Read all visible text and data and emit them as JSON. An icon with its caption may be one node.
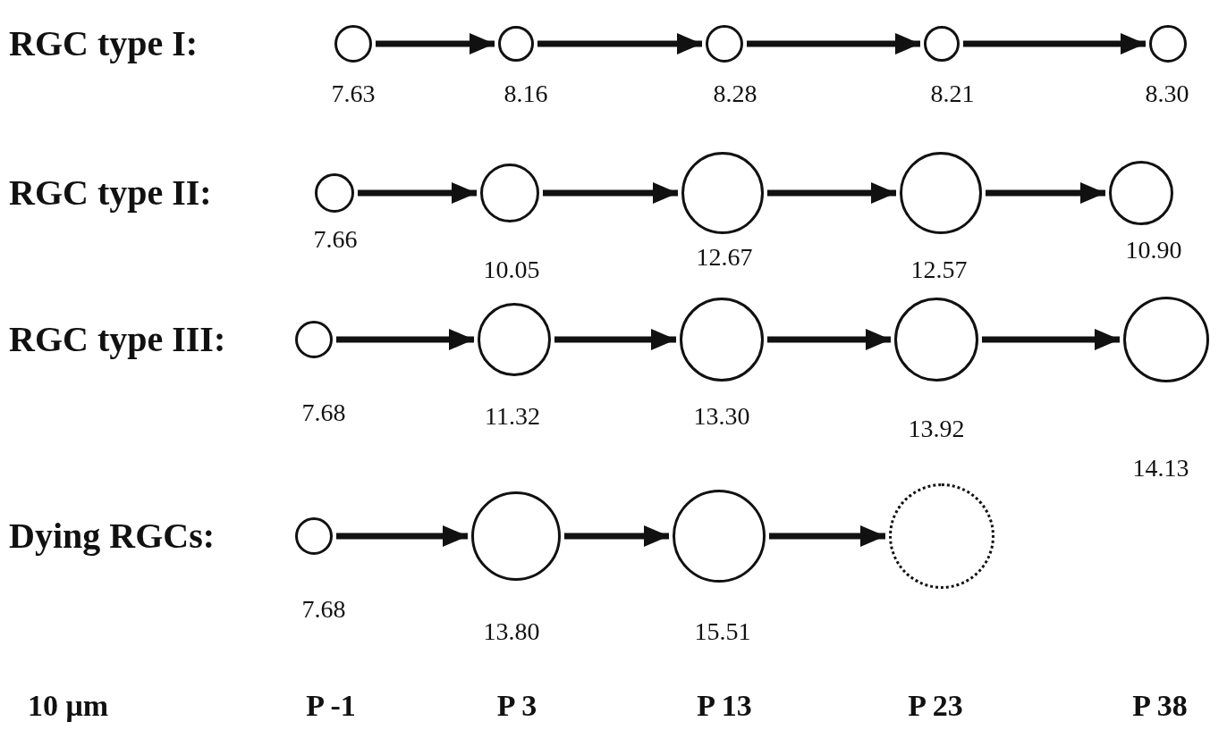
{
  "diagram": {
    "nodes": [
      {
        "text": [],
        "shape": "circle",
        "beside": [
          "7.63"
        ]
      },
      {
        "text": [],
        "shape": "circle",
        "beside": [
          "8.16"
        ]
      },
      {
        "text": [],
        "shape": "circle",
        "beside": [
          "8.28"
        ]
      },
      {
        "text": [],
        "shape": "circle",
        "beside": [
          "8.21"
        ]
      },
      {
        "text": [],
        "shape": "circle",
        "beside": [
          "8.30"
        ]
      },
      {
        "text": [],
        "shape": "circle",
        "beside": [
          "7.66"
        ]
      },
      {
        "text": [],
        "shape": "circle",
        "beside": [
          "10.05"
        ]
      },
      {
        "text": [],
        "shape": "circle",
        "beside": [
          "12.67"
        ]
      },
      {
        "text": [],
        "shape": "circle",
        "beside": [
          "12.57"
        ]
      },
      {
        "text": [],
        "shape": "circle",
        "beside": [
          "10.90"
        ]
      },
      {
        "text": [],
        "shape": "circle",
        "beside": [
          "7.68"
        ]
      },
      {
        "text": [],
        "shape": "circle",
        "beside": [
          "11.32"
        ]
      },
      {
        "text": [],
        "shape": "circle",
        "beside": [
          "13.30"
        ]
      },
      {
        "text": [],
        "shape": "circle",
        "beside": [
          "13.92"
        ]
      },
      {
        "text": [],
        "shape": "circle",
        "beside": [
          "14.13"
        ]
      },
      {
        "text": [],
        "shape": "circle",
        "beside": [
          "7.68"
        ]
      },
      {
        "text": [],
        "shape": "circle",
        "beside": [
          "13.80"
        ]
      },
      {
        "text": [],
        "shape": "circle",
        "beside": [
          "15.51"
        ]
      },
      {
        "text": [],
        "shape": "circle"
      }
    ],
    "edges": [
      {
        "from": 0,
        "to": 1,
        "arrow": "to"
      },
      {
        "from": 1,
        "to": 2,
        "arrow": "to"
      },
      {
        "from": 2,
        "to": 3,
        "arrow": "to"
      },
      {
        "from": 3,
        "to": 4,
        "arrow": "to"
      },
      {
        "from": 5,
        "to": 6,
        "arrow": "to"
      },
      {
        "from": 6,
        "to": 7,
        "arrow": "to"
      },
      {
        "from": 7,
        "to": 8,
        "arrow": "to"
      },
      {
        "from": 8,
        "to": 9,
        "arrow": "to"
      },
      {
        "from": 10,
        "to": 11,
        "arrow": "to"
      },
      {
        "from": 11,
        "to": 12,
        "arrow": "to"
      },
      {
        "from": 12,
        "to": 13,
        "arrow": "to"
      },
      {
        "from": 13,
        "to": 14,
        "arrow": "to"
      },
      {
        "from": 15,
        "to": 16,
        "arrow": "to"
      },
      {
        "from": 16,
        "to": 17,
        "arrow": "to"
      },
      {
        "from": 17,
        "to": 18,
        "arrow": "to"
      }
    ],
    "labels": [
      "RGC type I:",
      "RGC type II:",
      "RGC type III:",
      "Dying RGCs:",
      "10 μm",
      "P -1",
      "P 3",
      "P 13",
      "P 23",
      "P 38"
    ]
  }
}
